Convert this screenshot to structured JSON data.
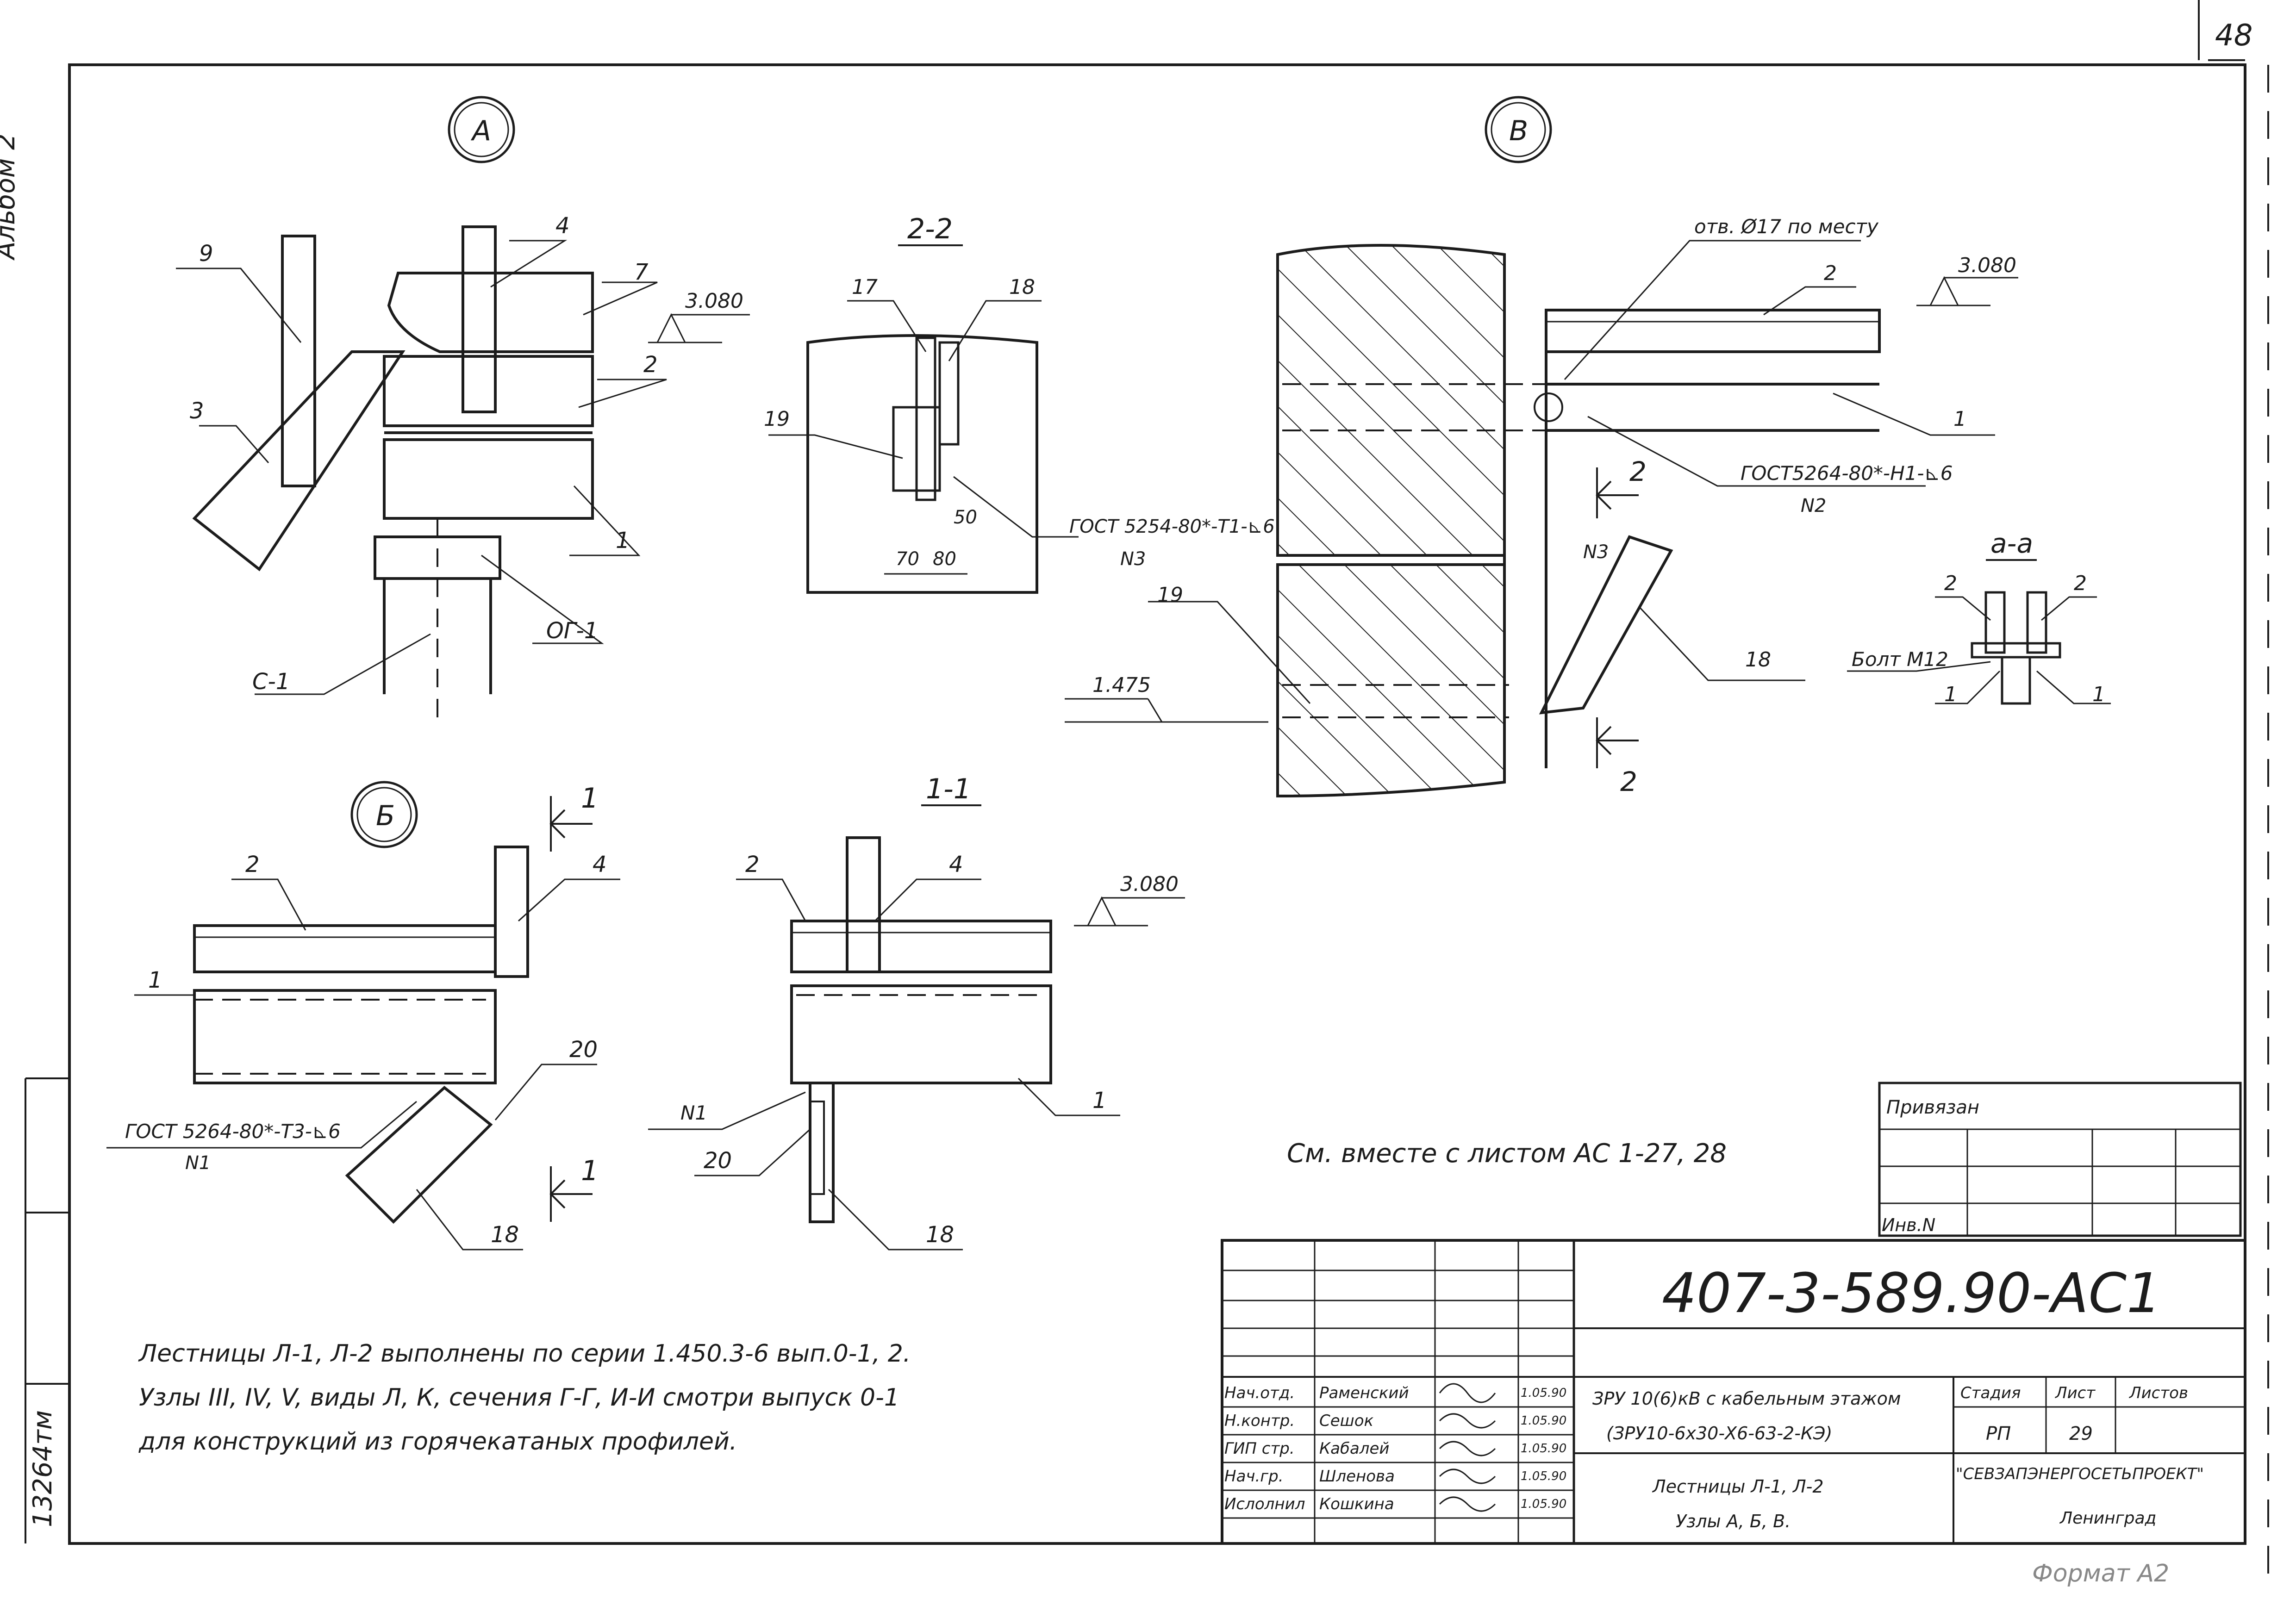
{
  "sheet": {
    "page_number": "48",
    "album_label": "Альбом 2",
    "inventory_number": "13264тм",
    "format_label": "Формат А2"
  },
  "views": {
    "A": {
      "title": "А",
      "callouts": [
        "9",
        "4",
        "7",
        "3",
        "2",
        "1",
        "ОГ-1",
        "С-1"
      ],
      "elevation": "3.080"
    },
    "section_2_2": {
      "title": "2-2",
      "callouts": [
        "17",
        "18",
        "19"
      ],
      "dims": [
        "70",
        "80",
        "50"
      ],
      "weld": "ГОСТ 5254-80*-Т1-⊾6",
      "weld_node": "N3"
    },
    "B_upper": {
      "title": "В",
      "hole_note": "отв. Ø17 по месту",
      "callouts": [
        "2",
        "1",
        "19",
        "18",
        "N3"
      ],
      "elevations": [
        "3.080",
        "1.475"
      ],
      "weld": "ГОСТ5264-80*-Н1-⊾6",
      "weld_node": "N2",
      "section_marks": [
        "2",
        "2"
      ]
    },
    "section_a_a": {
      "title": "а-а",
      "callouts": [
        "2",
        "2",
        "1",
        "1"
      ],
      "bolt": "Болт М12"
    },
    "B_cyr": {
      "title": "Б",
      "callouts": [
        "2",
        "4",
        "1",
        "20",
        "18"
      ],
      "weld": "ГОСТ 5264-80*-Т3-⊾6",
      "weld_node": "N1",
      "section_marks": [
        "1",
        "1"
      ]
    },
    "section_1_1": {
      "title": "1-1",
      "callouts": [
        "2",
        "4",
        "1",
        "N1",
        "20",
        "18"
      ],
      "elevation": "3.080"
    }
  },
  "see_also": "См. вместе с листом АС 1-27, 28",
  "notes": [
    "Лестницы Л-1, Л-2 выполнены по серии 1.450.3-6 вып.0-1, 2.",
    "Узлы III, IV, V, виды Л, К, сечения Г-Г, И-И смотри выпуск 0-1",
    "для конструкций из горячекатаных профилей."
  ],
  "binding_box": {
    "label": "Привязан",
    "inv_label": "Инв.N"
  },
  "title_block": {
    "designation": "407-3-589.90-АС1",
    "project": "ЗРУ 10(6)кВ с кабельным этажом",
    "project_code": "(ЗРУ10-6х30-Х6-63-2-КЭ)",
    "sheet_title_line1": "Лестницы Л-1, Л-2",
    "sheet_title_line2": "Узлы А, Б, В.",
    "stage_label": "Стадия",
    "sheet_label": "Лист",
    "sheets_label": "Листов",
    "stage_value": "РП",
    "sheet_value": "29",
    "org": "\"СЕВЗАПЭНЕРГОСЕТЬПРОЕКТ\"",
    "city": "Ленинград",
    "roles": [
      "Нач.отд.",
      "Н.контр.",
      "ГИП стр.",
      "Нач.гр.",
      "Ислолнил"
    ],
    "names": [
      "Раменский",
      "Сешок",
      "Кабалей",
      "Шленова",
      "Кошкина"
    ],
    "dates": [
      "1.05.90",
      "1.05.90",
      "1.05.90",
      "1.05.90",
      "1.05.90"
    ]
  }
}
